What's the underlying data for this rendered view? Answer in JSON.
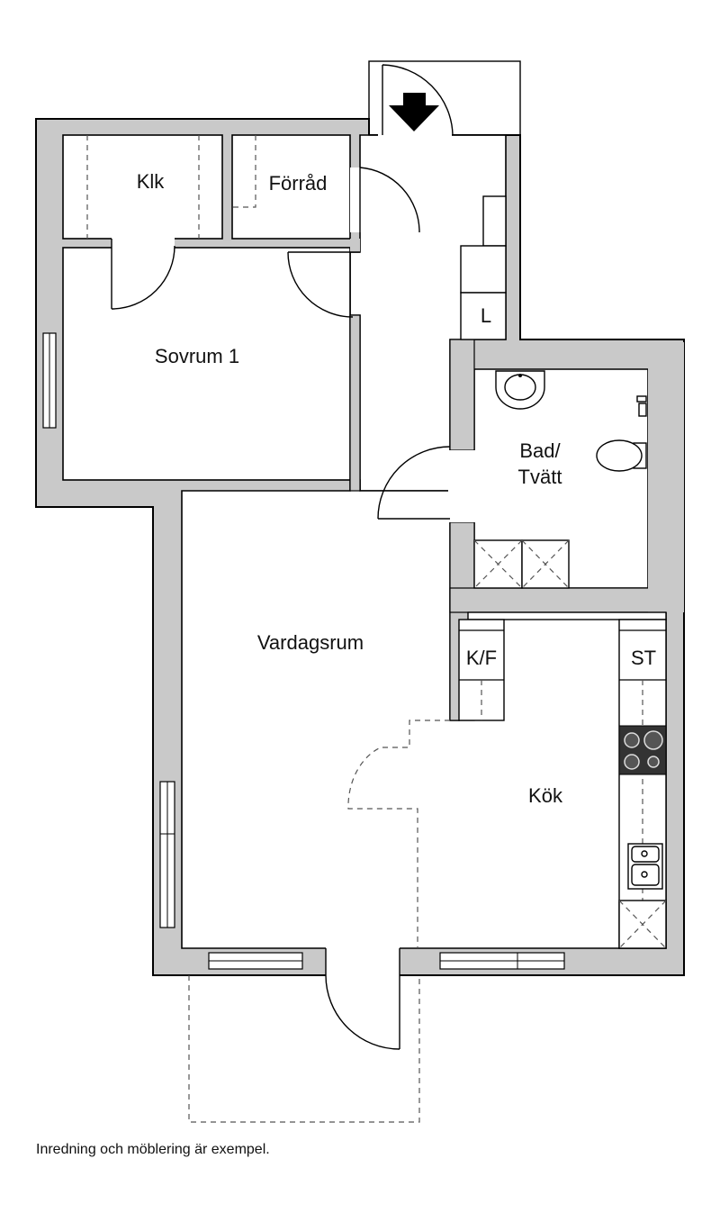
{
  "rooms": {
    "klk": "Klk",
    "forrad": "Förråd",
    "sovrum": "Sovrum 1",
    "bad_line1": "Bad/",
    "bad_line2": "Tvätt",
    "vardagsrum": "Vardagsrum",
    "kok": "Kök"
  },
  "fixtures": {
    "linen": "L",
    "fridge_freezer": "K/F",
    "cabinet": "ST"
  },
  "footnote": "Inredning och möblering är exempel.",
  "icons": {
    "entrance": "entrance-arrow-icon",
    "stove": "stove-icon",
    "sink": "kitchen-sink-icon",
    "toilet": "toilet-icon",
    "washbasin": "washbasin-icon"
  }
}
